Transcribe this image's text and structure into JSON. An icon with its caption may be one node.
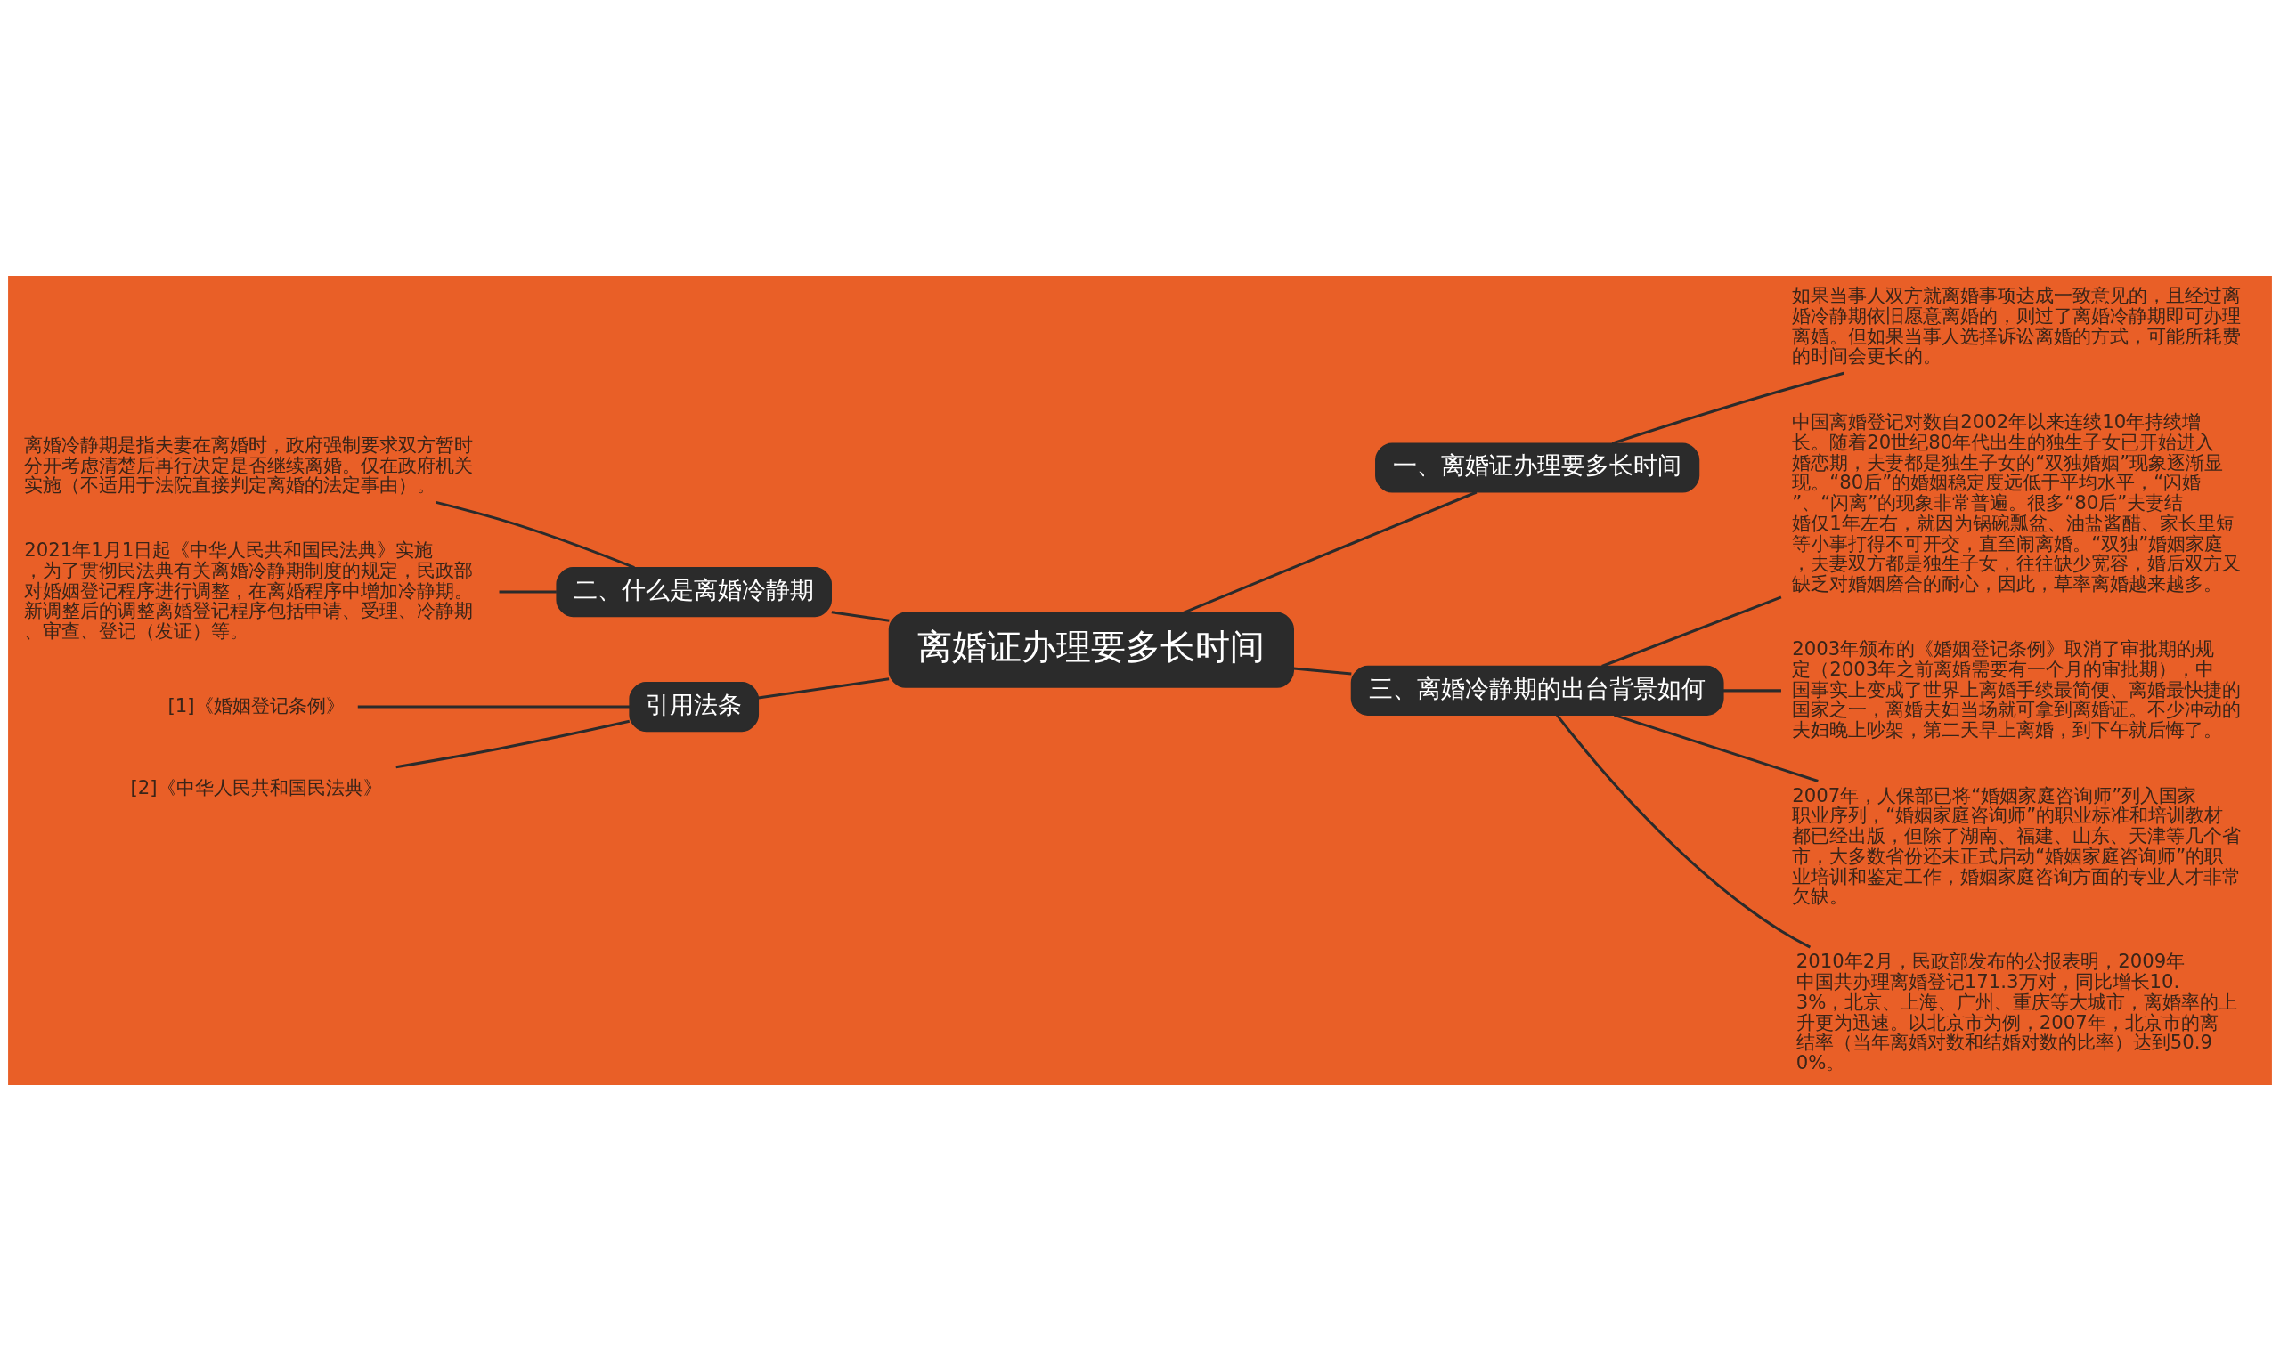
{
  "diagram": {
    "nodes": [
      {
        "text": [
          "离婚证办理要多长时间"
        ]
      },
      {
        "text": [
          "二、什么是离婚冷静期"
        ]
      },
      {
        "text": [
          "离婚冷静期是指夫妻在离婚时，政府强制要求双方暂时分开考虑清楚后再行决定是否继续离婚。仅在政府机关实施（不适用于法院直接判定离婚的法定事由）。"
        ]
      },
      {
        "text": [
          "2021年1月1日起《中华人民共和国民法典》实施，为了贯彻民法典有关离婚冷静期制度的规定，民政部对婚姻登记程序进行调整，在离婚程序中增加冷静期。新调整后的调整离婚登记程序包括申请、受理、冷静期、审查、登记（发证）等。"
        ]
      },
      {
        "text": [
          "引用法条"
        ]
      },
      {
        "text": [
          "[1]《婚姻登记条例》"
        ]
      },
      {
        "text": [
          "[2]《中华人民共和国民法典》"
        ]
      },
      {
        "text": [
          "一、离婚证办理要多长时间"
        ]
      },
      {
        "text": [
          "如果当事人双方就离婚事项达成一致意见的，且经过离婚冷静期依旧愿意离婚的，则过了离婚冷静期即可办理离婚。但如果当事人选择诉讼离婚的方式，可能所耗费的时间会更长的。"
        ]
      },
      {
        "text": [
          "三、离婚冷静期的出台背景如何"
        ]
      },
      {
        "text": [
          "中国离婚登记对数自2002年以来连续10年持续增长。随着20世纪80年代出生的独生子女已开始进入婚恋期，夫妻都是独生子女的“双独婚姻”现象逐渐显现。“80后”的婚姻稳定度远低于平均水平，“闪婚”、“闪离”的现象非常普遍。很多“80后”夫妻结婚仅1年左右，就因为锅碗瓢盆、油盐酱醋、家长里短等小事打得不可开交，直至闹离婚。“双独”婚姻家庭，夫妻双方都是独生子女，往往缺少宽容，婚后双方又缺乏对婚姻磨合的耐心，因此，草率离婚越来越多。"
        ]
      },
      {
        "text": [
          "2003年颁布的《婚姻登记条例》取消了审批期的规定（2003年之前离婚需要有一个月的审批期），中国事实上变成了世界上离婚手续最简便、离婚最快捷的国家之一，离婚夫妇当场就可拿到离婚证。不少冲动的夫妇晚上吵架，第二天早上离婚，到下午就后悔了。"
        ]
      },
      {
        "text": [
          "2007年，人保部已将“婚姻家庭咨询师”列入国家职业序列，“婚姻家庭咨询师”的职业标准和培训教材都已经出版，但除了湖南、福建、山东、天津等几个省市，大多数省份还未正式启动“婚姻家庭咨询师”的职业培训和鉴定工作，婚姻家庭咨询方面的专业人才非常欠缺。"
        ]
      },
      {
        "text": [
          "2010年2月，民政部发布的公报表明，2009年中国共办理离婚登记171.3万对，同比增长10.3%，北京、上海、广州、重庆等大城市，离婚率的上升更为迅速。以北京市为例，2007年，北京市的离结率（当年离婚对数和结婚对数的比率）达到50.90%。"
        ]
      }
    ],
    "edges": [
      {
        "from": 0,
        "to": 1,
        "arrow": "none"
      },
      {
        "from": 1,
        "to": 2,
        "arrow": "none"
      },
      {
        "from": 1,
        "to": 3,
        "arrow": "none"
      },
      {
        "from": 0,
        "to": 4,
        "arrow": "none"
      },
      {
        "from": 4,
        "to": 5,
        "arrow": "none"
      },
      {
        "from": 4,
        "to": 6,
        "arrow": "none"
      },
      {
        "from": 0,
        "to": 7,
        "arrow": "none"
      },
      {
        "from": 7,
        "to": 8,
        "arrow": "none"
      },
      {
        "from": 0,
        "to": 9,
        "arrow": "none"
      },
      {
        "from": 9,
        "to": 10,
        "arrow": "none"
      },
      {
        "from": 9,
        "to": 11,
        "arrow": "none"
      },
      {
        "from": 9,
        "to": 12,
        "arrow": "none"
      },
      {
        "from": 9,
        "to": 13,
        "arrow": "none"
      }
    ]
  }
}
